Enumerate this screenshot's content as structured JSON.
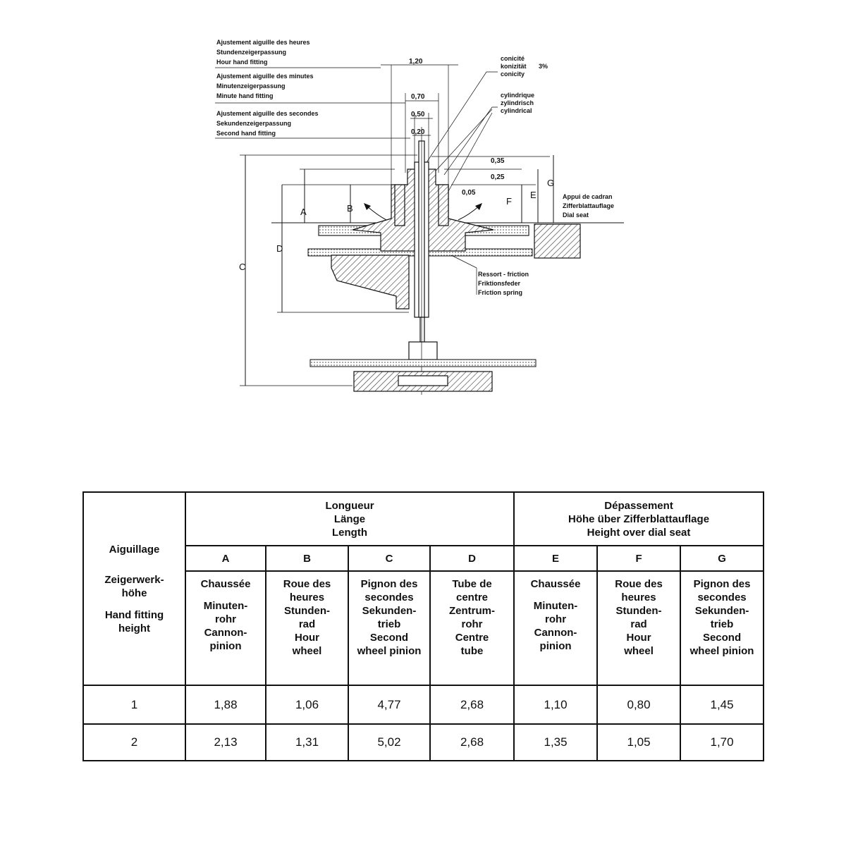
{
  "diagram": {
    "fitting_labels": {
      "hour": [
        "Ajustement aiguille des heures",
        "Stundenzeigerpassung",
        "Hour hand fitting"
      ],
      "minute": [
        "Ajustement aiguille des minutes",
        "Minutenzeigerpassung",
        "Minute hand fitting"
      ],
      "second": [
        "Ajustement aiguille des secondes",
        "Sekundenzeigerpassung",
        "Second hand fitting"
      ]
    },
    "conicity": [
      "conicité",
      "konizität",
      "conicity"
    ],
    "conicity_value": "3%",
    "cylindrical": [
      "cylindrique",
      "zylindrisch",
      "cylindrical"
    ],
    "dims": {
      "hour": "1,20",
      "minute": "0,70",
      "second_a": "0,50",
      "second_b": "0,20",
      "d035": "0,35",
      "d025": "0,25",
      "d005": "0,05"
    },
    "letters": {
      "A": "A",
      "B": "B",
      "C": "C",
      "D": "D",
      "E": "E",
      "F": "F",
      "G": "G"
    },
    "dial_seat": [
      "Appui de cadran",
      "Zifferblattauflage",
      "Dial seat"
    ],
    "friction_spring": [
      "Ressort - friction",
      "Friktionsfeder",
      "Friction spring"
    ]
  },
  "table": {
    "row_header": {
      "fr": "Aiguillage",
      "de": [
        "Zeigerwerk-",
        "höhe"
      ],
      "en": [
        "Hand fitting",
        "height"
      ]
    },
    "group_length": [
      "Longueur",
      "Länge",
      "Length"
    ],
    "group_height": [
      "Dépassement",
      "Höhe über Zifferblattauflage",
      "Height over dial seat"
    ],
    "columns": [
      {
        "letter": "A",
        "fr": [
          "Chaussée"
        ],
        "de": [
          "Minuten-",
          "rohr"
        ],
        "en": [
          "Cannon-",
          "pinion"
        ]
      },
      {
        "letter": "B",
        "fr": [
          "Roue des",
          "heures"
        ],
        "de": [
          "Stunden-",
          "rad"
        ],
        "en": [
          "Hour",
          "wheel"
        ]
      },
      {
        "letter": "C",
        "fr": [
          "Pignon des",
          "secondes"
        ],
        "de": [
          "Sekunden-",
          "trieb"
        ],
        "en": [
          "Second",
          "wheel pinion"
        ]
      },
      {
        "letter": "D",
        "fr": [
          "Tube de",
          "centre"
        ],
        "de": [
          "Zentrum-",
          "rohr"
        ],
        "en": [
          "Centre",
          "tube"
        ]
      },
      {
        "letter": "E",
        "fr": [
          "Chaussée"
        ],
        "de": [
          "Minuten-",
          "rohr"
        ],
        "en": [
          "Cannon-",
          "pinion"
        ]
      },
      {
        "letter": "F",
        "fr": [
          "Roue des",
          "heures"
        ],
        "de": [
          "Stunden-",
          "rad"
        ],
        "en": [
          "Hour",
          "wheel"
        ]
      },
      {
        "letter": "G",
        "fr": [
          "Pignon des",
          "secondes"
        ],
        "de": [
          "Sekunden-",
          "trieb"
        ],
        "en": [
          "Second",
          "wheel pinion"
        ]
      }
    ],
    "rows": [
      {
        "label": "1",
        "values": [
          "1,88",
          "1,06",
          "4,77",
          "2,68",
          "1,10",
          "0,80",
          "1,45"
        ]
      },
      {
        "label": "2",
        "values": [
          "2,13",
          "1,31",
          "5,02",
          "2,68",
          "1,35",
          "1,05",
          "1,70"
        ]
      }
    ]
  }
}
